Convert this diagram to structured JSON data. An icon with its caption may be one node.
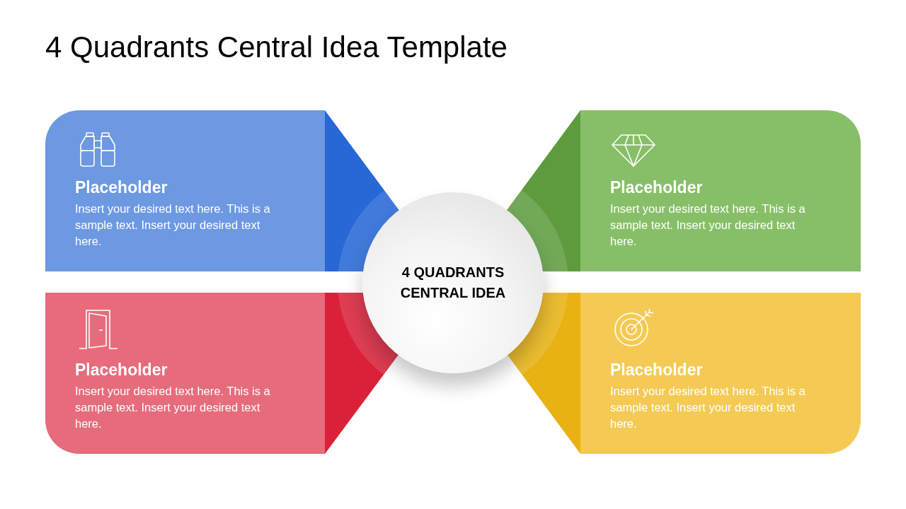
{
  "diagram": {
    "title": "4 Quadrants Central Idea Template",
    "nodes": [
      {
        "text": [
          "Placeholder",
          "Insert your desired text here. This is a sample text. Insert your desired text here."
        ]
      },
      {
        "text": [
          "Placeholder",
          "Insert your desired text here. This is a sample text. Insert your desired text here."
        ]
      },
      {
        "text": [
          "4 QUADRANTS CENTRAL IDEA"
        ]
      },
      {
        "text": [
          "Placeholder",
          "Insert your desired text here. This is a sample text. Insert your desired text here."
        ]
      },
      {
        "text": [
          "Placeholder",
          "Insert your desired text here. This is a sample text. Insert your desired text here."
        ]
      }
    ]
  }
}
